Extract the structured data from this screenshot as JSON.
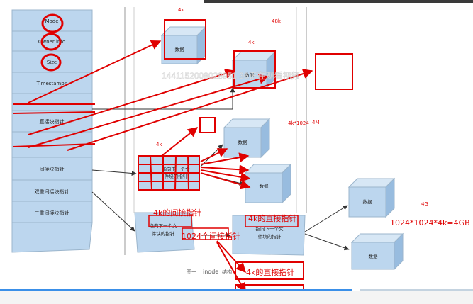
{
  "inode": {
    "rows": [
      "Mode",
      "Owner info",
      "Size",
      "Timestamps",
      "",
      "直接块指针",
      "",
      "间接块指针",
      "双重间接块指针",
      "三重间接块指针",
      ""
    ]
  },
  "blocks": {
    "data_label": "数据",
    "indirect_text_a": "指向下一个文",
    "indirect_text_b": "件块的指针"
  },
  "annotations": {
    "size_4k_top": "4k",
    "size_48k": "48k",
    "size_4k_mid": "4k",
    "size_4k_left": "4k",
    "size_4k_1024": "4k*1024",
    "size_4m": "4M",
    "size_4g": "4G",
    "indirect_4k": "4k的间接指针",
    "direct_4k_a": "4k的直接指针",
    "pointers_1024": "1024个间接指针",
    "formula": "1024*1024*4k=4GB",
    "direct_4k_b": "4k的直接指针"
  },
  "watermark": "1441152008028951 36正在观看视频",
  "caption": {
    "prefix": "图一",
    "inode": "inode",
    "suffix": "结构"
  },
  "colors": {
    "annotation": "#e00000",
    "box_fill": "#bcd6ee",
    "box_top": "#d7e7f5",
    "box_side": "#98bcdf",
    "progress": "#3a8fe8"
  }
}
